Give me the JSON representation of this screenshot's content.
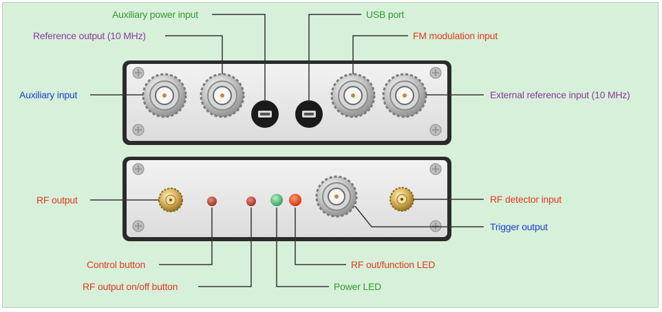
{
  "colors": {
    "background": "#d7f0da",
    "green_label": "#2f9a2f",
    "purple_label": "#8b3a9c",
    "red_label": "#e03a1c",
    "blue_label": "#1e3fd0",
    "panel_face": "#e9e9e9",
    "panel_border": "#2b2b2b",
    "leader_line": "#333333"
  },
  "labels": {
    "auxiliary_power_input": "Auxiliary power input",
    "usb_port": "USB port",
    "reference_output": "Reference output (10 MHz)",
    "fm_modulation_input": "FM modulation input",
    "auxiliary_input": "Auxiliary input",
    "external_reference_input": "External reference input (10 MHz)",
    "rf_output": "RF output",
    "rf_detector_input": "RF detector input",
    "trigger_output": "Trigger output",
    "control_button": "Control button",
    "rf_out_function_led": "RF out/function LED",
    "rf_output_onoff_button": "RF output on/off button",
    "power_led": "Power LED"
  },
  "panels": {
    "top": [
      "bnc-connector",
      "bnc-connector",
      "mini-usb-port",
      "mini-usb-port",
      "bnc-connector",
      "bnc-connector"
    ],
    "bottom": [
      "sma-connector",
      "push-button",
      "push-button",
      "led-green",
      "led-red",
      "bnc-connector",
      "sma-connector"
    ]
  }
}
